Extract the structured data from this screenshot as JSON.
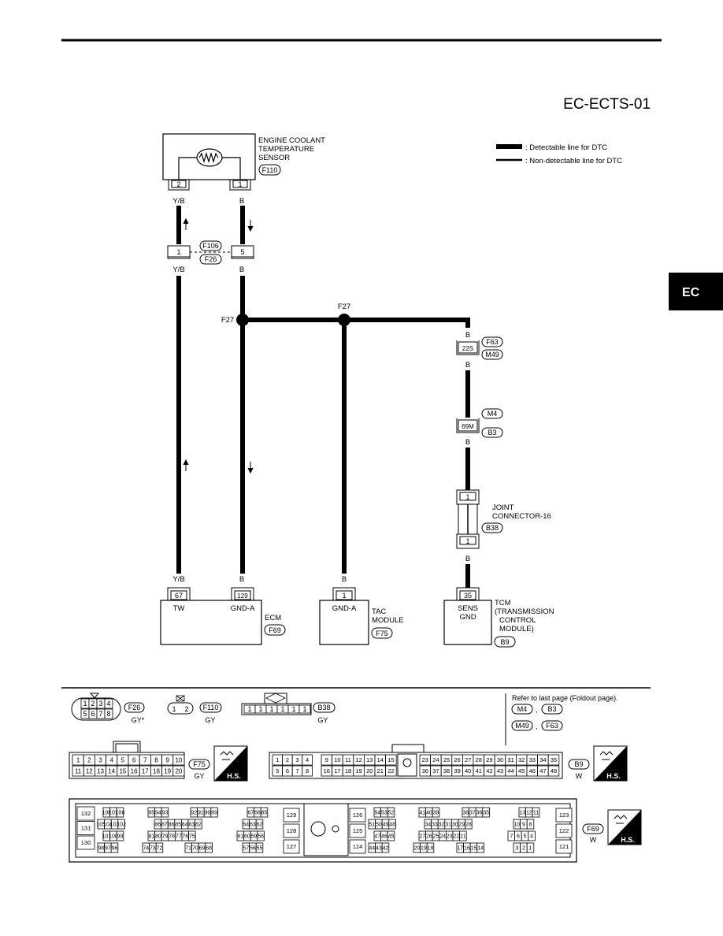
{
  "page_id": "EC-ECTS-01",
  "section_tab": "EC",
  "legend": {
    "detectable": ": Detectable line for DTC",
    "non_detectable": ": Non-detectable line for DTC"
  },
  "sensor": {
    "lines": [
      "ENGINE COOLANT",
      "TEMPERATURE",
      "SENSOR"
    ],
    "connector": "F110",
    "pins": [
      "2",
      "1"
    ]
  },
  "wires": {
    "left": "Y/B",
    "right": "B"
  },
  "inline_connector": {
    "pins": [
      "1",
      "5"
    ],
    "ids": [
      "F106",
      "F26"
    ]
  },
  "splices": [
    "F27",
    "F27"
  ],
  "tcm_path": {
    "conn1": {
      "pin": "22S",
      "ids": [
        "F63",
        "M49"
      ]
    },
    "conn2": {
      "pin": "69M",
      "ids": [
        "M4",
        "B3"
      ]
    },
    "joint": {
      "lines": [
        "JOINT",
        "CONNECTOR-16"
      ],
      "id": "B38",
      "pins": [
        "1",
        "1"
      ]
    }
  },
  "ecm": {
    "pins": [
      "67",
      "129"
    ],
    "labels": [
      "TW",
      "GND-A"
    ],
    "name": "ECM",
    "connector": "F69"
  },
  "tac": {
    "pin": "1",
    "label": "GND-A",
    "lines": [
      "TAC",
      "MODULE"
    ],
    "connector": "F75"
  },
  "tcm": {
    "pin": "35",
    "label_lines": [
      "SENS",
      "GND"
    ],
    "lines": [
      "TCM",
      "(TRANSMISSION",
      "CONTROL",
      "MODULE)"
    ],
    "connector": "B9"
  },
  "conn_views": {
    "f26": {
      "top": [
        "1",
        "2",
        "3",
        "4"
      ],
      "bottom": [
        "5",
        "6",
        "7",
        "8"
      ],
      "id": "F26",
      "color": "GY*"
    },
    "f110": {
      "pins": [
        "1",
        "2"
      ],
      "id": "F110",
      "color": "GY"
    },
    "b38": {
      "pins": [
        "1",
        "1",
        "1",
        "1",
        "1",
        "1"
      ],
      "id": "B38",
      "color": "GY"
    },
    "foldout": {
      "text": "Refer to last page (Foldout page).",
      "ids": [
        "M4",
        "B3",
        "M49",
        "F63"
      ]
    },
    "f75": {
      "top": [
        "1",
        "2",
        "3",
        "4",
        "5",
        "6",
        "7",
        "8",
        "9",
        "10"
      ],
      "bottom": [
        "11",
        "12",
        "13",
        "14",
        "15",
        "16",
        "17",
        "18",
        "19",
        "20"
      ],
      "id": "F75",
      "color": "GY"
    },
    "b9": {
      "top_left": [
        "1",
        "2",
        "3",
        "4",
        "9",
        "10",
        "11",
        "12",
        "13",
        "14",
        "15"
      ],
      "bottom_left": [
        "5",
        "6",
        "7",
        "8",
        "16",
        "17",
        "18",
        "19",
        "20",
        "21",
        "22"
      ],
      "top_right": [
        "23",
        "24",
        "25",
        "26",
        "27",
        "28",
        "29",
        "30",
        "31",
        "32",
        "33",
        "34",
        "35"
      ],
      "bottom_right": [
        "36",
        "37",
        "38",
        "39",
        "40",
        "41",
        "42",
        "43",
        "44",
        "45",
        "46",
        "47",
        "48"
      ],
      "id": "B9",
      "color": "W"
    },
    "f69": {
      "id": "F69",
      "color": "W",
      "col_left": [
        "132",
        "131",
        "130"
      ],
      "col_mid1": [
        "129",
        "128",
        "127"
      ],
      "col_mid2": [
        "126",
        "125",
        "124"
      ],
      "col_right": [
        "123",
        "122",
        "121"
      ],
      "rows_left": [
        [
          [
            "108",
            "107",
            "106"
          ],
          [
            "95",
            "94",
            "93"
          ],
          [
            "92",
            "91",
            "90",
            "89"
          ],
          [
            "67",
            "66",
            "65"
          ]
        ],
        [
          [
            "105",
            "104",
            "103",
            "102"
          ],
          [
            "86",
            "87",
            "86",
            "85",
            "84",
            "83",
            "82"
          ],
          [
            "64",
            "63",
            "62"
          ]
        ],
        [
          [
            "101",
            "100",
            "99"
          ],
          [
            "81",
            "80",
            "79",
            "78",
            "77",
            "76",
            "75"
          ],
          [
            "61",
            "60",
            "59",
            "58"
          ]
        ],
        [
          [
            "98",
            "97",
            "96"
          ],
          [
            "74",
            "73",
            "72"
          ],
          [
            "71",
            "70",
            "69",
            "68"
          ],
          [
            "57",
            "56",
            "55"
          ]
        ]
      ],
      "rows_right": [
        [
          [
            "54",
            "53",
            "52"
          ],
          [
            "41",
            "40",
            "39"
          ],
          [
            "38",
            "37",
            "36",
            "35"
          ],
          [
            "13",
            "12",
            "11"
          ]
        ],
        [
          [
            "51",
            "50",
            "49",
            "48"
          ],
          [
            "34",
            "33",
            "32",
            "31",
            "30",
            "29",
            "28"
          ],
          [
            "10",
            "9",
            "8"
          ]
        ],
        [
          [
            "47",
            "46",
            "45"
          ],
          [
            "27",
            "26",
            "25",
            "24",
            "23",
            "22",
            "21"
          ],
          [
            "7",
            "6",
            "5",
            "4"
          ]
        ],
        [
          [
            "44",
            "43",
            "42"
          ],
          [
            "20",
            "19",
            "18"
          ],
          [
            "17",
            "16",
            "15",
            "14"
          ],
          [
            "3",
            "2",
            "1"
          ]
        ]
      ]
    },
    "hs_label": "H.S."
  }
}
